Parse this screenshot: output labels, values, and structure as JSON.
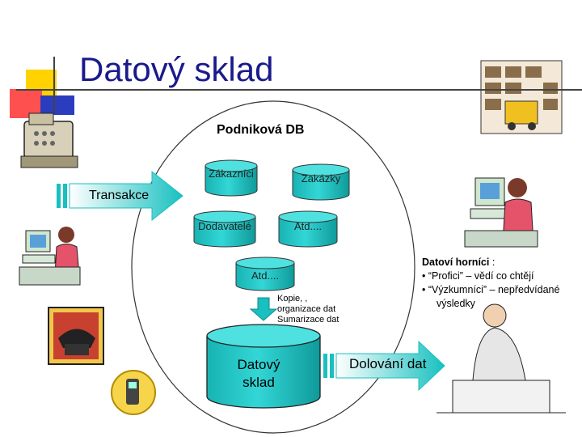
{
  "title": "Datový sklad",
  "db_label": "Podniková DB",
  "tables": {
    "customers": "Zákazníci",
    "orders": "Zakázky",
    "suppliers": "Dodavatelé",
    "etc1": "Atd....",
    "etc2": "Atd...."
  },
  "transactions_label": "Transakce",
  "process": {
    "line1": "Kopie, ,",
    "line2": "organizace dat",
    "line3": "Sumarizace dat"
  },
  "warehouse": {
    "line1": "Datový",
    "line2": "sklad"
  },
  "mining_label": "Dolování dat",
  "miners": {
    "heading": "Datoví horníci",
    "colon": " :",
    "bullet1": "• “Profici” – vědí co chtějí",
    "bullet2": "• “Výzkumníci” – nepředvídané",
    "bullet2_cont": "výsledky"
  },
  "colors": {
    "title": "#1a1a8c",
    "cylinder": "#1fbfbf",
    "arrow": "#18c0c0",
    "accent_red": "#ff5050",
    "accent_yellow": "#ffd200",
    "accent_blue": "#2c3cbe"
  }
}
